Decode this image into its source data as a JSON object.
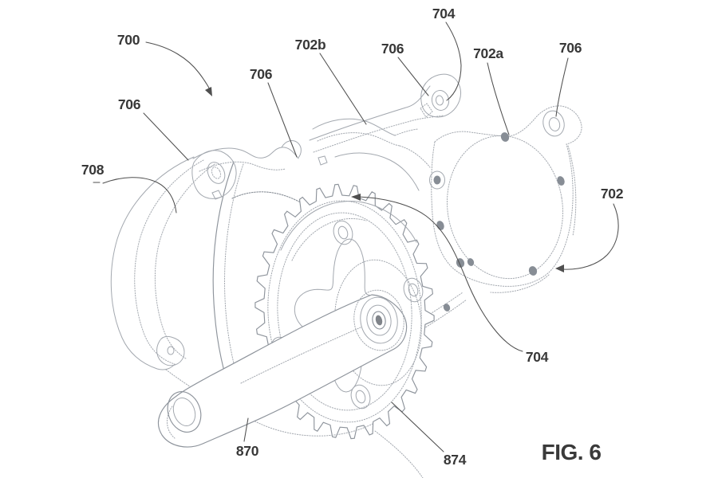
{
  "figure": {
    "caption": "FIG. 6",
    "labels": [
      {
        "id": "700-overall",
        "ref": "700"
      },
      {
        "id": "706-left",
        "ref": "706"
      },
      {
        "id": "708-cover",
        "ref": "708"
      },
      {
        "id": "706-mid",
        "ref": "706"
      },
      {
        "id": "702b-bracket",
        "ref": "702b"
      },
      {
        "id": "706-center",
        "ref": "706"
      },
      {
        "id": "704-top",
        "ref": "704"
      },
      {
        "id": "702a-cover",
        "ref": "702a"
      },
      {
        "id": "706-right",
        "ref": "706"
      },
      {
        "id": "702-housing",
        "ref": "702"
      },
      {
        "id": "704-bottom",
        "ref": "704"
      },
      {
        "id": "870-crankarm",
        "ref": "870"
      },
      {
        "id": "874-chainring",
        "ref": "874"
      }
    ]
  }
}
